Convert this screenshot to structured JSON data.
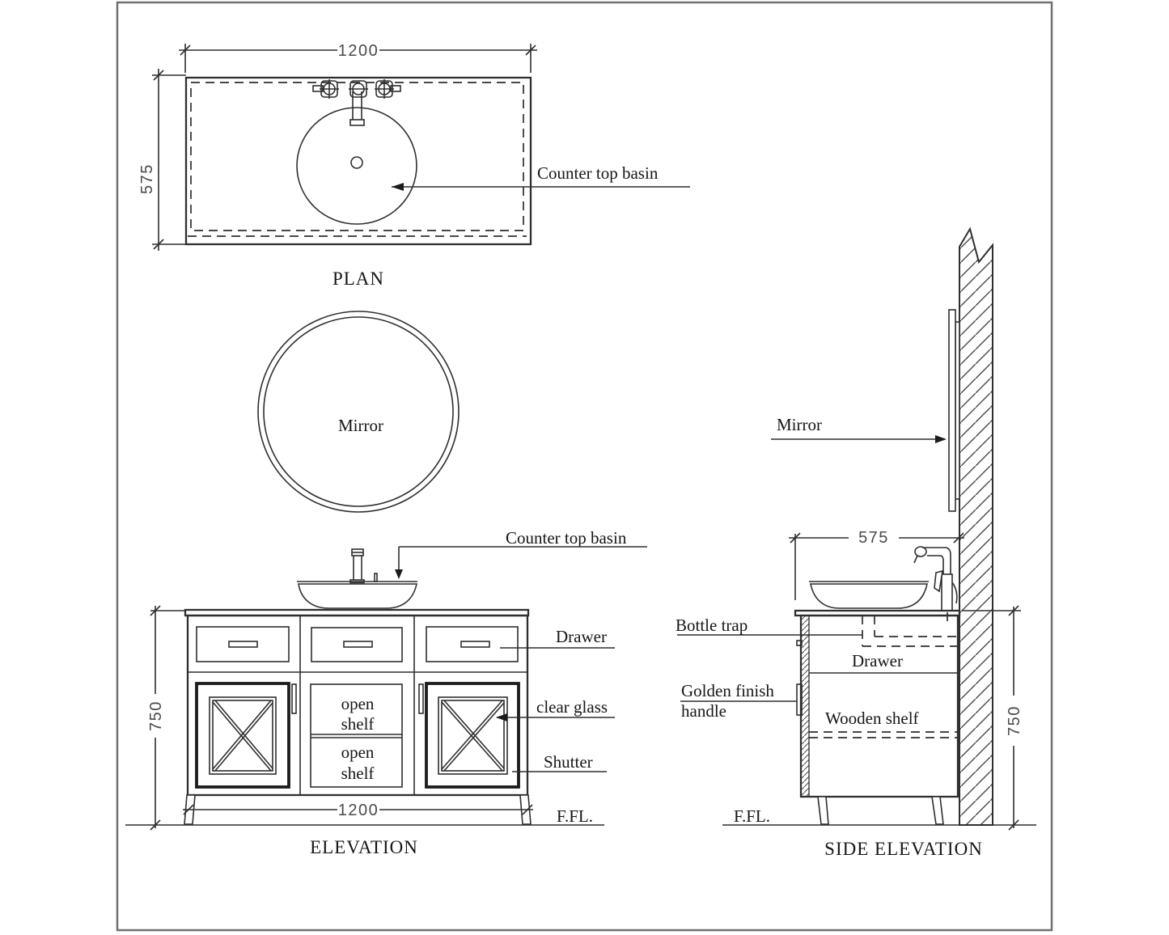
{
  "plan": {
    "title": "PLAN",
    "dim_width": "1200",
    "dim_depth": "575",
    "basin_label": "Counter top basin"
  },
  "mirror_front": {
    "label": "Mirror"
  },
  "elevation": {
    "title": "ELEVATION",
    "dim_width": "1200",
    "dim_height": "750",
    "basin_label": "Counter top basin",
    "drawer_label": "Drawer",
    "clear_glass_label": "clear glass",
    "shutter_label": "Shutter",
    "open_shelf_line1": "open",
    "open_shelf_line2": "shelf",
    "ffl_label": "F.FL."
  },
  "side_elevation": {
    "title": "SIDE ELEVATION",
    "dim_depth": "575",
    "dim_height": "750",
    "mirror_label": "Mirror",
    "bottle_trap_label": "Bottle trap",
    "drawer_label": "Drawer",
    "handle_label_line1": "Golden finish",
    "handle_label_line2": "handle",
    "wooden_shelf_label": "Wooden shelf",
    "ffl_label": "F.FL."
  },
  "colors": {
    "line": "#2f2f2f",
    "dim_text": "#4a4a4a",
    "label_text": "#161616",
    "frame": "#707070",
    "background": "#ffffff"
  }
}
